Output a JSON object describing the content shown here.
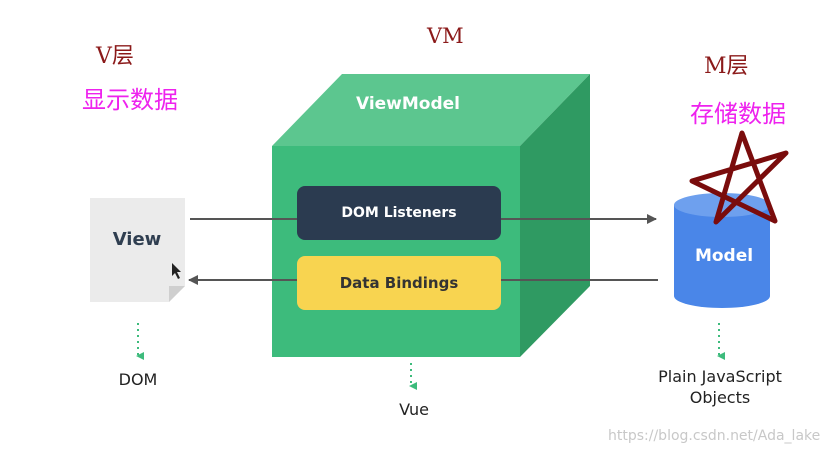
{
  "labels": {
    "v_layer": "V层",
    "v_desc": "显示数据",
    "vm_layer": "VM",
    "m_layer": "M层",
    "m_desc": "存储数据"
  },
  "view_box": {
    "title": "View"
  },
  "viewmodel": {
    "title": "ViewModel",
    "dom_listeners": "DOM Listeners",
    "data_bindings": "Data Bindings"
  },
  "model": {
    "title": "Model"
  },
  "bottom_labels": {
    "dom": "DOM",
    "vue": "Vue",
    "plain_js": "Plain JavaScript Objects"
  },
  "watermark": "https://blog.csdn.net/Ada_lake",
  "colors": {
    "layer_label": "#8b1a1a",
    "annotation": "#ee22ee",
    "cube_front": "#3dbb7c",
    "cube_top": "#5cc68f",
    "cube_side": "#2f9a62",
    "dom_listeners_bg": "#2b3b50",
    "data_bindings_bg": "#f8d450",
    "model_cylinder": "#4a86e8",
    "star_scribble": "#7a0c0c",
    "dotted_arrow": "#3dbb7c"
  }
}
